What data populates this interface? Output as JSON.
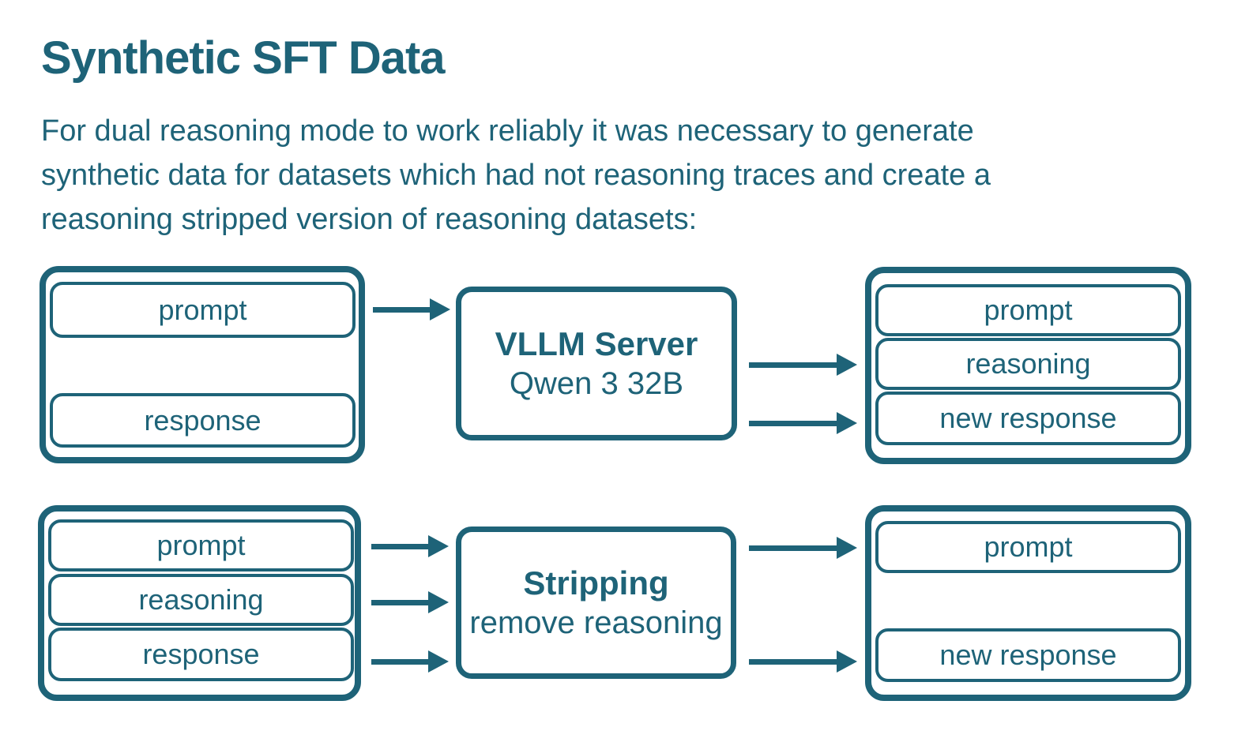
{
  "title": "Synthetic SFT Data",
  "intro": {
    "lines": [
      "For dual reasoning mode to work reliably it was necessary to generate",
      "synthetic data for datasets which had not reasoning traces and create a",
      "reasoning stripped version of reasoning datasets:"
    ]
  },
  "colors": {
    "accent": "#1e6378",
    "background": "#ffffff"
  },
  "flow1": {
    "input": {
      "prompt": "prompt",
      "response": "response"
    },
    "process": {
      "title": "VLLM Server",
      "subtitle": "Qwen 3 32B"
    },
    "output": {
      "prompt": "prompt",
      "reasoning": "reasoning",
      "new_response": "new response"
    }
  },
  "flow2": {
    "input": {
      "prompt": "prompt",
      "reasoning": "reasoning",
      "response": "response"
    },
    "process": {
      "title": "Stripping",
      "subtitle": "remove reasoning"
    },
    "output": {
      "prompt": "prompt",
      "new_response": "new response"
    }
  }
}
